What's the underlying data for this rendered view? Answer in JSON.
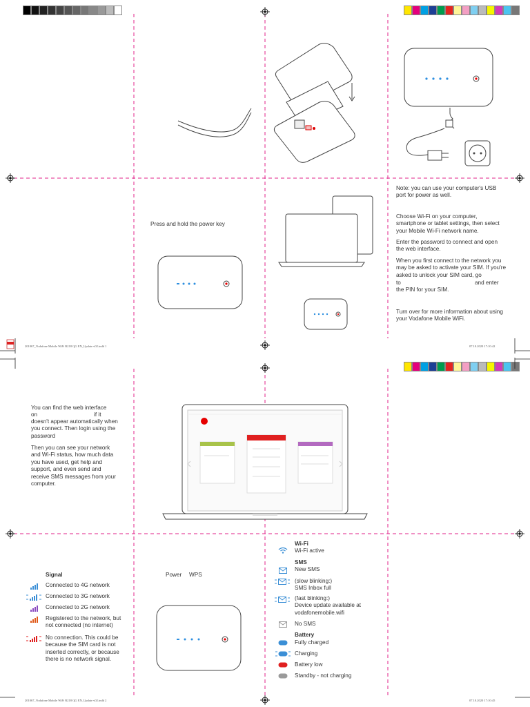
{
  "page1": {
    "note_usb": "Note: you can use your computer's USB port for power as well.",
    "press_hold": "Press and hold the power key",
    "choose_wifi": "Choose Wi-Fi on your computer, smartphone or tablet settings, then select your Mobile Wi-Fi network name.",
    "enter_password": "Enter the password to connect and open the web interface.",
    "first_connect_1": "When you first connect to the network you may be asked to activate your SIM. If you're asked to unlock your SIM card, go",
    "first_connect_to": "to",
    "first_connect_and": "and enter",
    "first_connect_2": "the PIN for your SIM.",
    "turn_over": "Turn over for more information about using your Vodafone Mobile WiFi.",
    "footer_left": "201067_Vodafone Mobile WiFi R218 QG EN_Update v02.indd   1",
    "footer_right": "07.10.2020   17:10:42"
  },
  "page2": {
    "web_interface_1": "You can find the web interface",
    "web_interface_on": "on",
    "web_interface_ifit": "if it",
    "web_interface_2": "doesn't appear automatically when you connect. Then login using the password",
    "status_text": "Then you can see your network and Wi-Fi status, how much data you have used, get help and support, and even send and receive SMS messages from your computer.",
    "power_label": "Power",
    "wps_label": "WPS",
    "signal_heading": "Signal",
    "signal_items": [
      {
        "text": "Connected to 4G network",
        "color": "#3b8fd6"
      },
      {
        "text": "Connected to 3G network",
        "color": "#3b8fd6"
      },
      {
        "text": "Connected to 2G network",
        "color": "#8a4bc0"
      },
      {
        "text": "Registered to the network, but not connected (no internet)",
        "color": "#e05a1a"
      },
      {
        "text": "No connection. This could be because the SIM card is not inserted correctly, or because there is no network signal.",
        "color": "#e02020"
      }
    ],
    "wifi_heading": "Wi-Fi",
    "wifi_active": "Wi-Fi active",
    "sms_heading": "SMS",
    "sms_new": "New SMS",
    "sms_slow": "(slow blinking:)\nSMS Inbox full",
    "sms_fast": "(fast blinking:)\nDevice update available at vodafonemobile.wifi",
    "sms_none": "No SMS",
    "battery_heading": "Battery",
    "battery_full": "Fully charged",
    "battery_charging": "Charging",
    "battery_low": "Battery low",
    "battery_standby": "Standby - not charging",
    "footer_left": "201067_Vodafone Mobile WiFi R218 QG EN_Update v02.indd   2",
    "footer_right": "07.10.2020   17:10:45"
  },
  "colors": {
    "crop_magenta": "#e0218a",
    "vodafone_red": "#e60000",
    "led_blue": "#2d8fe0",
    "grey_led": "#9a9a9a"
  }
}
